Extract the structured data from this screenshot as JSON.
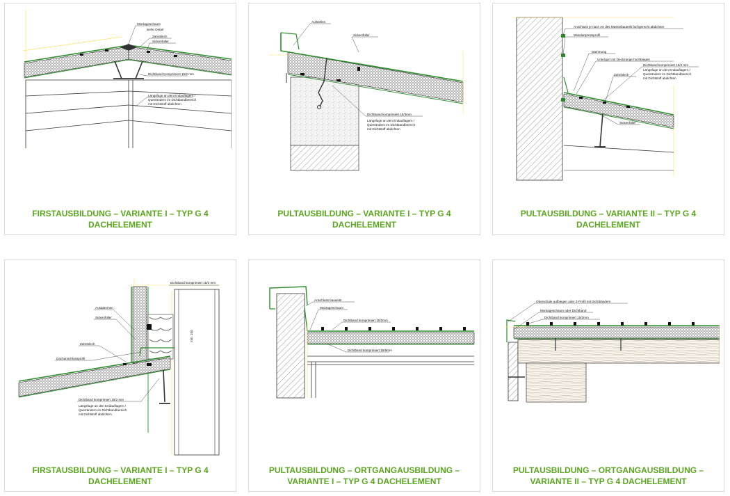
{
  "cards": [
    {
      "caption_line1": "FIRSTAUSBILDUNG – VARIANTE I – TYP G 4",
      "caption_line2": "DACHELEMENT",
      "labels": [
        "Montageschaum",
        "siehe Detail",
        "Zahnblech",
        "Sickenfüller",
        "Dichtband Komprimiert 15/2 mm",
        "Längsfuge an den Endauflagern /",
        "Querrändern im Dichtbandbereich",
        "mit Dichtstoff abdichten"
      ]
    },
    {
      "caption_line1": "PULTAUSBILDUNG – VARIANTE I – TYP G 4",
      "caption_line2": "DACHELEMENT",
      "labels": [
        "Aufstellen",
        "Sickenfüller",
        "Dichtband komprimiert 15/3mm",
        "Längsfuge an den Endauflagern /",
        "Querrändern im Dichtbandbereich",
        "mit Dichtstoff abdichten"
      ]
    },
    {
      "caption_line1": "PULTAUSBILDUNG – VARIANTE II – TYP G 4",
      "caption_line2": "DACHELEMENT",
      "labels": [
        "Anschluss je nach Art des Massivbauteils fachgerecht abdichten",
        "Wandanpressprofil",
        "Dämmung",
        "Untergurt mit Deckzange hochbiegen",
        "Dichtband komprimiert 15/2 mm",
        "Längsfuge an den Endauflagern /",
        "Querrändern im Dichtbandbereich",
        "mit Dichtstoff abdichten",
        "Zahnblech",
        "Sickenfüller"
      ]
    },
    {
      "caption_line1": "FIRSTAUSBILDUNG – VARIANTE I – TYP G 4",
      "caption_line2": "DACHELEMENT",
      "labels": [
        "Dichtband komprimiert 15/2 mm",
        "Ausdämmen",
        "Sickenfüller",
        "Zahnblech",
        "Dachanschlussprofil",
        "Dichtband komprimiert 15/2 mm",
        "Längsfuge an den Endauflagern /",
        "Querrändern im Dichtbandbereich",
        "mit Dichtstoff abdichten",
        "min. 150"
      ]
    },
    {
      "caption_line1": "PULTAUSBILDUNG – ORTGANGAUSBILDUNG –",
      "caption_line2": "VARIANTE I – TYP G 4 DACHELEMENT",
      "labels": [
        "Anschluss bauseits",
        "Montageschaum",
        "Dichtband komprimiert 10/2mm",
        "Dichtband komprimiert 15/9mm"
      ]
    },
    {
      "caption_line1": "PULTAUSBILDUNG – ORTGANGAUSBILDUNG –",
      "caption_line2": "VARIANTE II – TYP G 4 DACHELEMENT",
      "labels": [
        "Oberschale aufbiegen oder Z-Profil mit Dichtbändern",
        "Montageschaum oder Dichtband",
        "Dichtband komprimiert 15/2mm"
      ]
    }
  ]
}
